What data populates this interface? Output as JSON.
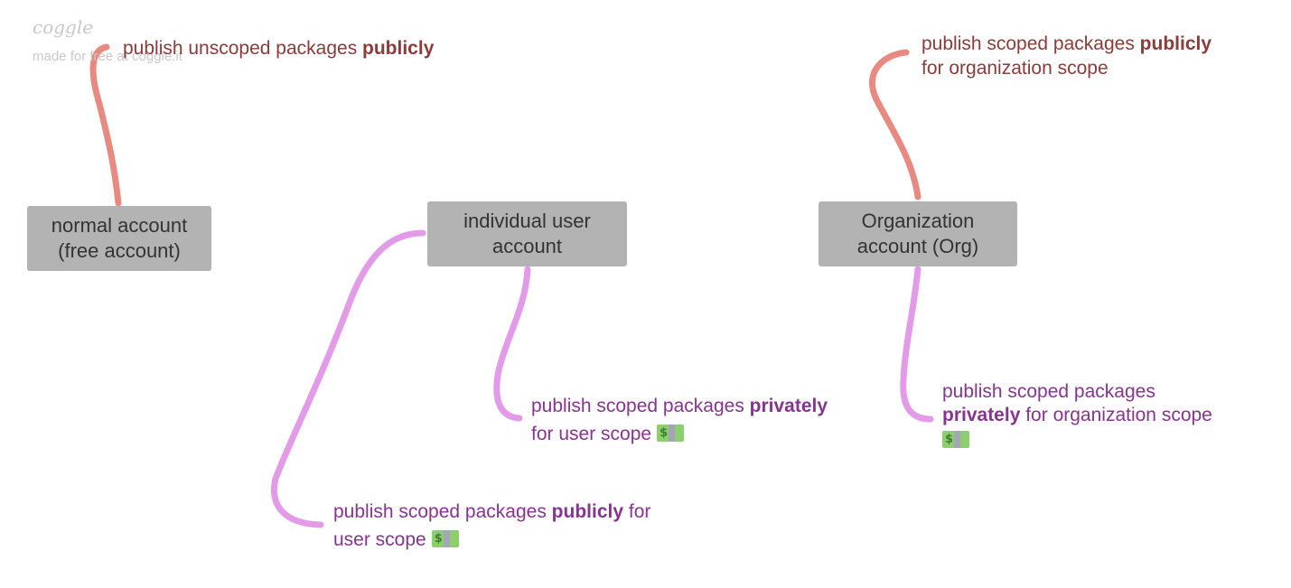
{
  "brand": {
    "logo": "coggle",
    "tagline": "made for free at coggle.it"
  },
  "colors": {
    "red_branch": "#e88a82",
    "purple_branch": "#e29ae9",
    "red_text": "#8a3b3a",
    "purple_text": "#86348f",
    "node_bg": "#b3b3b3"
  },
  "nodes": {
    "normal": {
      "line1": "normal account",
      "line2": "(free account)"
    },
    "individual": {
      "line1": "individual user",
      "line2": "account"
    },
    "org": {
      "line1": "Organization",
      "line2": "account (Org)"
    }
  },
  "leaves": {
    "unscoped_public": {
      "pre": "publish unscoped packages ",
      "bold": "publicly"
    },
    "user_private": {
      "pre": "publish scoped packages ",
      "bold": "privately",
      "post": "for user scope",
      "icon": "money-icon"
    },
    "user_public": {
      "pre": "publish scoped packages ",
      "bold": "publicly",
      "mid": " for",
      "post": "user scope",
      "icon": "money-icon"
    },
    "org_public": {
      "pre": "publish scoped packages ",
      "bold": "publicly",
      "post": "for organization scope"
    },
    "org_private": {
      "pre": "publish scoped packages",
      "bold": "privately",
      "mid": " for organization scope",
      "icon": "money-icon"
    }
  }
}
